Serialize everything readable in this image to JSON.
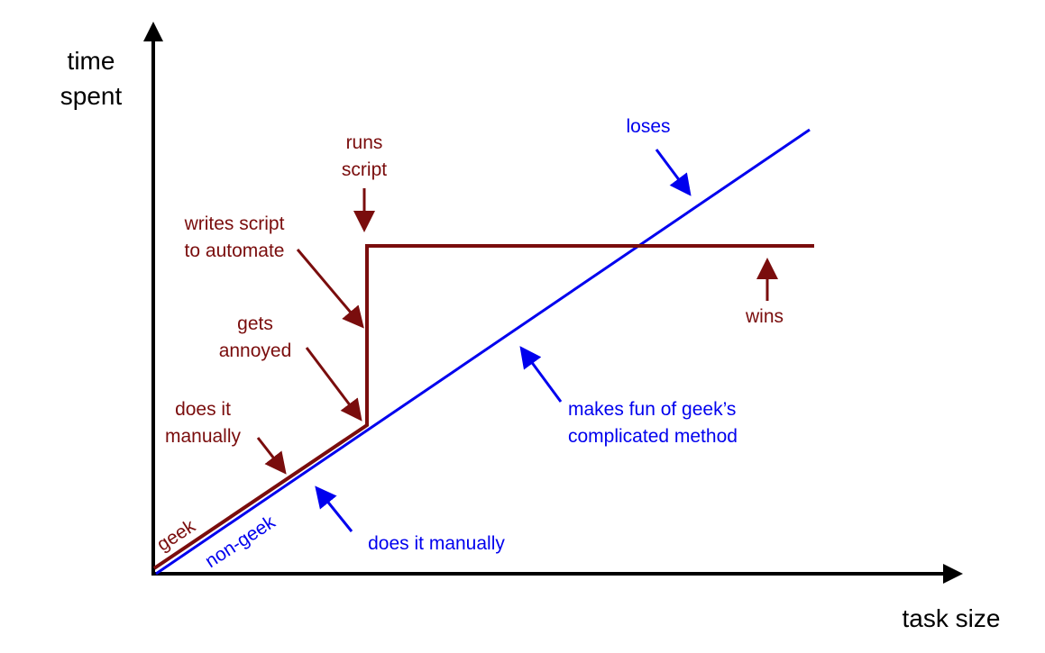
{
  "colors": {
    "axis": "#000000",
    "geek": "#7a0d0d",
    "non_geek": "#0000ee"
  },
  "axes": {
    "y_label_line1": "time",
    "y_label_line2": "spent",
    "x_label": "task size"
  },
  "series": {
    "geek": "geek",
    "non_geek": "non-geek"
  },
  "annotations": {
    "geek_does_manually_1": "does it",
    "geek_does_manually_2": "manually",
    "gets_annoyed_1": "gets",
    "gets_annoyed_2": "annoyed",
    "writes_script_1": "writes script",
    "writes_script_2": "to automate",
    "runs_script_1": "runs",
    "runs_script_2": "script",
    "wins": "wins",
    "loses": "loses",
    "non_geek_does_manually": "does it manually",
    "makes_fun_1": "makes fun of geek’s",
    "makes_fun_2": "complicated method"
  }
}
